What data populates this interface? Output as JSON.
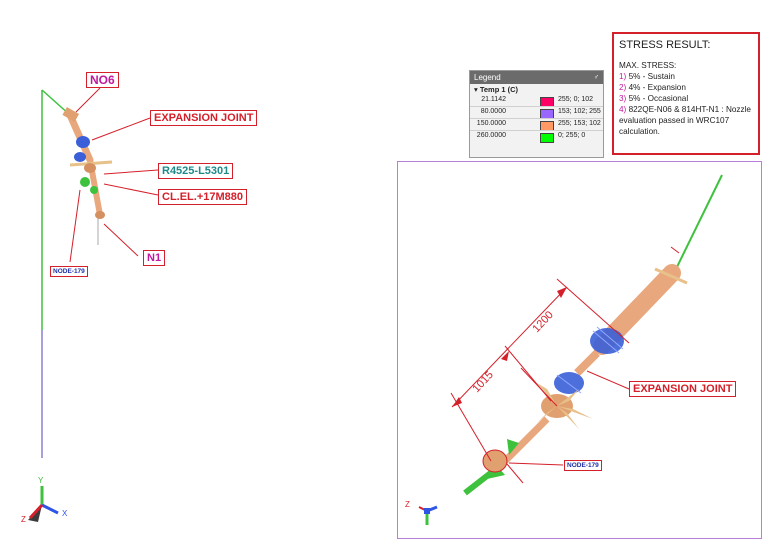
{
  "left_view": {
    "callouts": {
      "n06": "NO6",
      "expansion_joint": "EXPANSION JOINT",
      "r4525": "R4525-L5301",
      "cl_el": "CL.EL.+17M880",
      "n1": "N1",
      "node": "NODE-179"
    },
    "triad": {
      "x": "X",
      "y": "Y",
      "z": "Z"
    }
  },
  "legend": {
    "title": "Legend",
    "pin": "♂",
    "group": "Temp 1 (C)",
    "rows": [
      {
        "value": "21.1142",
        "rgb": "255; 0; 102",
        "color": "#ff0066"
      },
      {
        "value": "80.0000",
        "rgb": "153; 102; 255",
        "color": "#9966ff"
      },
      {
        "value": "150.0000",
        "rgb": "255; 153; 102",
        "color": "#ff9966"
      },
      {
        "value": "260.0000",
        "rgb": "0; 255; 0",
        "color": "#00ff00"
      }
    ]
  },
  "stress_result": {
    "title": "STRESS RESULT:",
    "subtitle": "MAX. STRESS:",
    "items": [
      {
        "num": "1)",
        "text": "5% - Sustain"
      },
      {
        "num": "2)",
        "text": "4% - Expansion"
      },
      {
        "num": "3)",
        "text": "5% - Occasional"
      },
      {
        "num": "4)",
        "text": "822QE-N06 & 814HT-N1 : Nozzle evaluation passed in WRC107 calculation."
      }
    ]
  },
  "right_view": {
    "dimensions": {
      "d1": "1200",
      "d2": "1015"
    },
    "callouts": {
      "expansion_joint": "EXPANSION JOINT",
      "node": "NODE-179"
    },
    "triad": {
      "z": "Z"
    }
  },
  "colors": {
    "callout_border": "#d4202a",
    "pipe": "#e8a77c",
    "bellows": "#3a5fd8",
    "support_green": "#3ec23e",
    "panel_border": "#b77fd9"
  }
}
